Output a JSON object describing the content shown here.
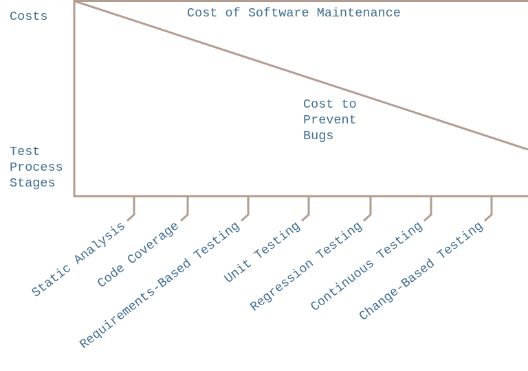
{
  "y_axis_top_label": "Costs",
  "y_axis_bottom_label": [
    "Test",
    "Process",
    "Stages"
  ],
  "top_line_label": "Cost of Software Maintenance",
  "diagonal_line_label": [
    "Cost to",
    "Prevent",
    "Bugs"
  ],
  "stages": [
    "Static Analysis",
    "Code Coverage",
    "Requirements-Based Testing",
    "Unit Testing",
    "Regression Testing",
    "Continuous Testing",
    "Change-Based Testing"
  ],
  "colors": {
    "line": "#b29d91",
    "text": "#3f6d92"
  }
}
